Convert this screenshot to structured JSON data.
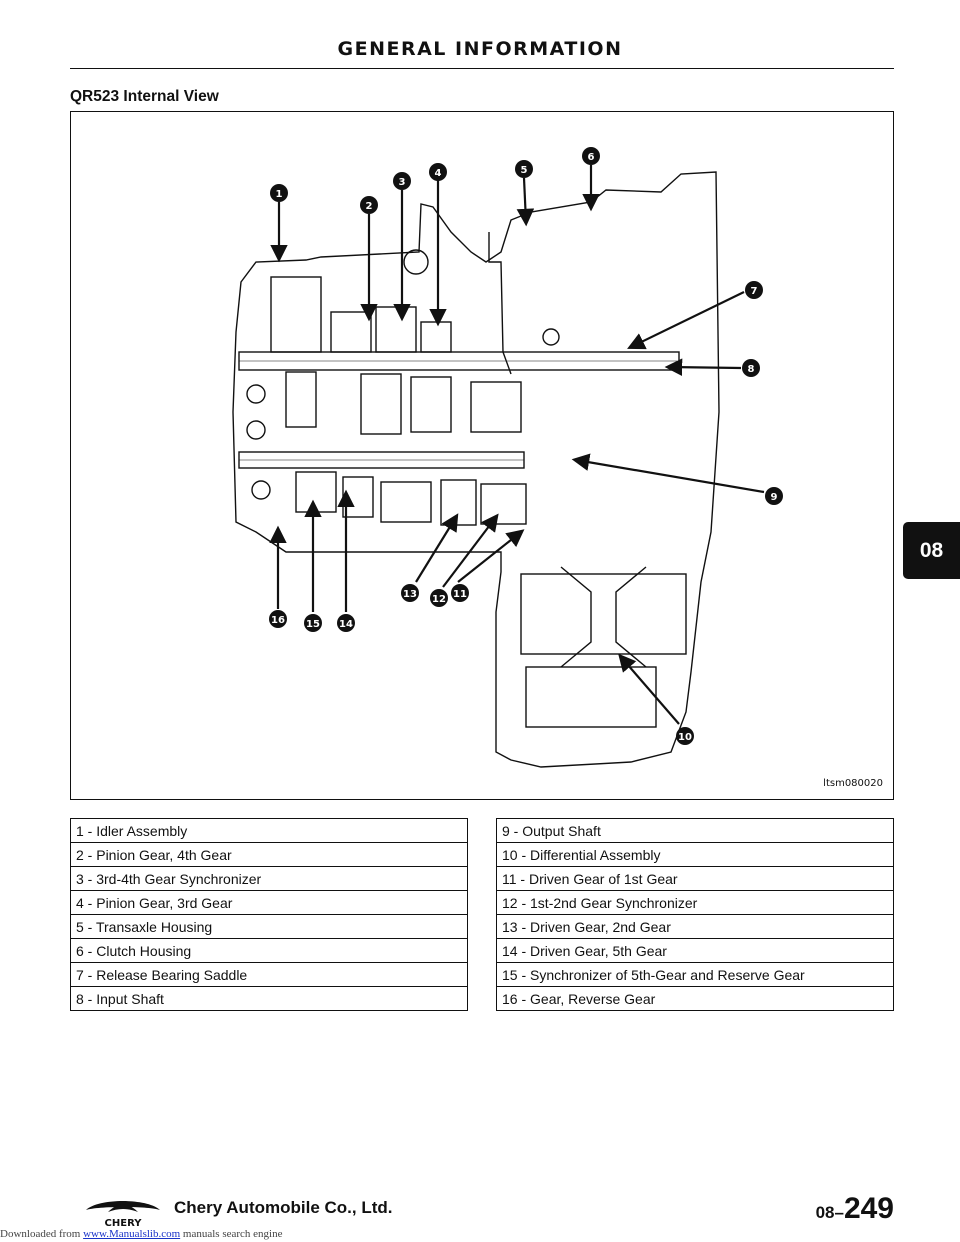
{
  "header": {
    "title": "GENERAL INFORMATION"
  },
  "section": {
    "title": "QR523 Internal View"
  },
  "figure": {
    "id_label": "ltsm080020",
    "callouts": [
      "1",
      "2",
      "3",
      "4",
      "5",
      "6",
      "7",
      "8",
      "9",
      "10",
      "11",
      "12",
      "13",
      "14",
      "15",
      "16"
    ]
  },
  "legend": {
    "left": [
      "1 - Idler Assembly",
      "2 - Pinion Gear, 4th Gear",
      "3 - 3rd-4th Gear Synchronizer",
      "4 - Pinion Gear, 3rd Gear",
      "5 - Transaxle Housing",
      "6 - Clutch Housing",
      "7 - Release Bearing Saddle",
      "8 - Input Shaft"
    ],
    "right": [
      "9 - Output Shaft",
      "10 - Differential Assembly",
      "11 - Driven Gear of 1st Gear",
      "12 - 1st-2nd Gear Synchronizer",
      "13 - Driven Gear, 2nd Gear",
      "14 - Driven Gear, 5th Gear",
      "15 - Synchronizer of 5th-Gear and Reserve Gear",
      "16 - Gear, Reverse Gear"
    ]
  },
  "side_tab": "08",
  "footer": {
    "downloaded_prefix": "Downloaded from ",
    "link_text": "www.Manualslib.com",
    "suffix": " manuals search engine",
    "company": "Chery Automobile Co., Ltd.",
    "logo_text": "CHERY",
    "section_num": "08–",
    "page_num": "249"
  }
}
